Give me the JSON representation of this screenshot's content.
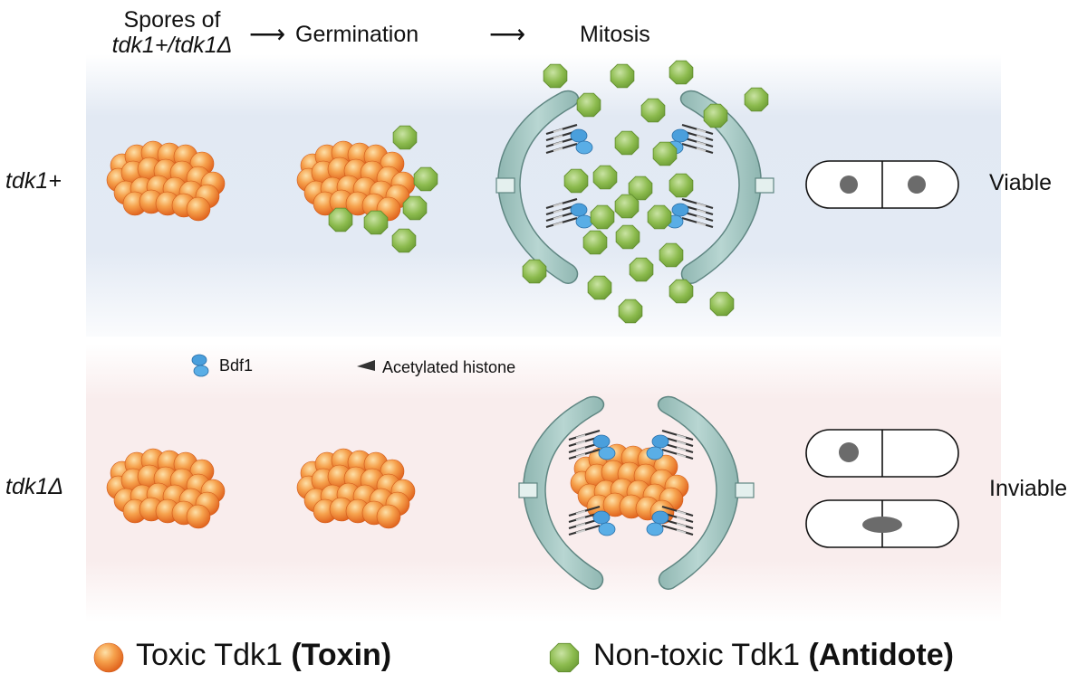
{
  "header": {
    "spores_line1": "Spores of",
    "spores_line2": "tdk1+/tdk1Δ",
    "arrow1": "⟶",
    "germination": "Germination",
    "arrow2": "⟶",
    "mitosis": "Mitosis"
  },
  "rows": [
    {
      "label": "tdk1+",
      "outcome": "Viable"
    },
    {
      "label": "tdk1Δ",
      "outcome": "Inviable"
    }
  ],
  "key": {
    "bdf1": "Bdf1",
    "acetylated_histone": "Acetylated histone"
  },
  "legend": {
    "toxin_text": "Toxic Tdk1 ",
    "toxin_bold": "(Toxin)",
    "antidote_text": "Non-toxic Tdk1 ",
    "antidote_bold": "(Antidote)"
  },
  "colors": {
    "toxin": "#f0852f",
    "antidote": "#86b848",
    "spindle": "#a9c9c5",
    "bdf1": "#4a9fdc",
    "background_top": "#e3eaf4",
    "background_bottom": "#f9eded"
  }
}
